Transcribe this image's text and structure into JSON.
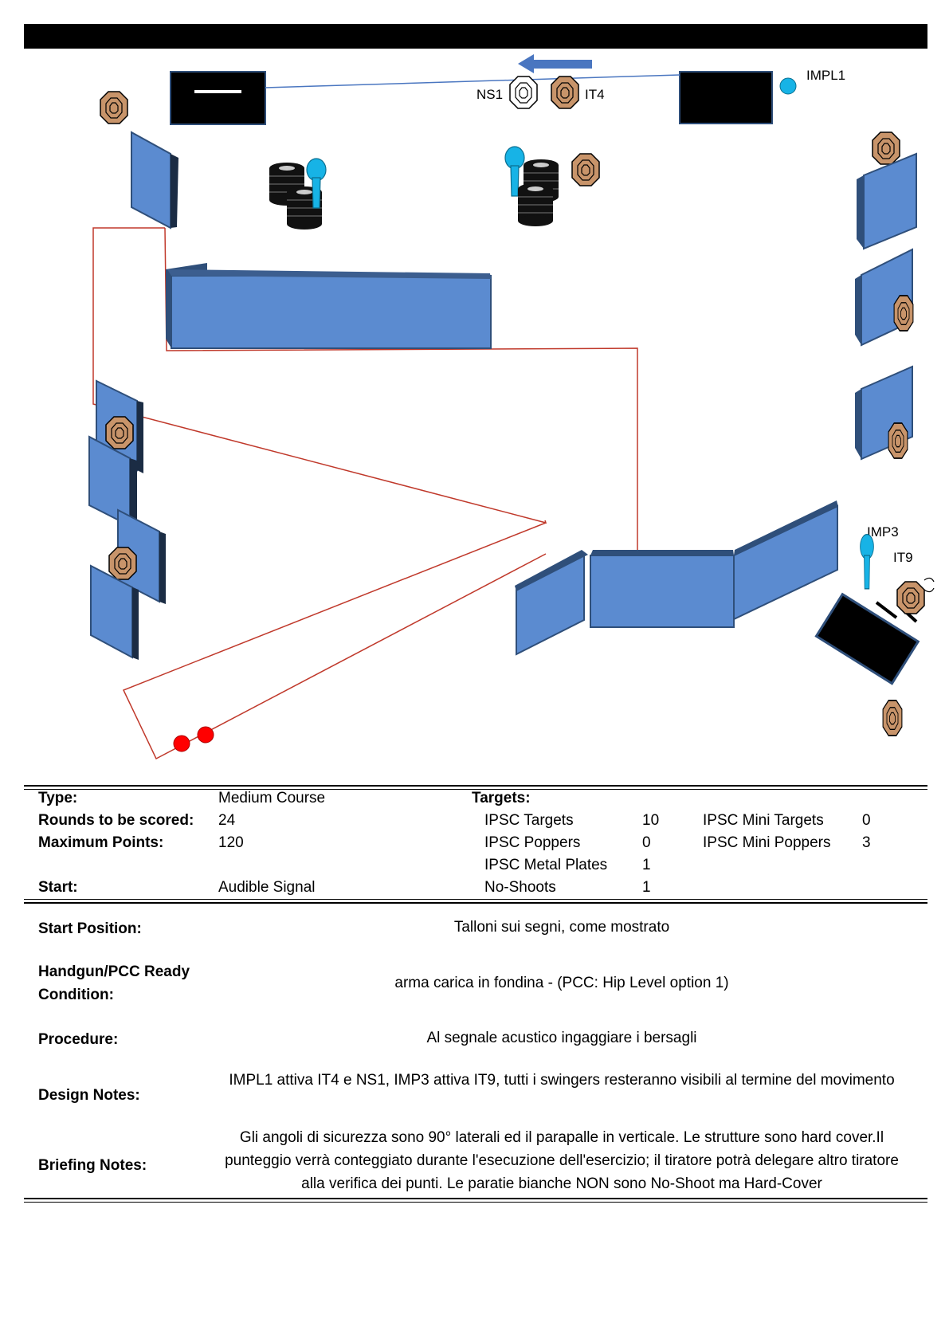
{
  "diagram": {
    "labels": {
      "impl1": "IMPL1",
      "ns1": "NS1",
      "it4": "IT4",
      "imp3": "IMP3",
      "it9": "IT9"
    },
    "colors": {
      "wall": "#5b8bd0",
      "wall_dark": "#2f4f7a",
      "target": "#c8946a",
      "popper": "#17b3e6",
      "fault_line": "#c0392b",
      "start_mark": "#ff0000",
      "arrow": "#4a76c0"
    }
  },
  "stage": {
    "type_label": "Type:",
    "type_value": "Medium Course",
    "rounds_label": "Rounds to be scored:",
    "rounds_value": "24",
    "points_label": "Maximum Points:",
    "points_value": "120",
    "start_label": "Start:",
    "start_value": "Audible Signal",
    "targets_label": "Targets:",
    "targets": [
      {
        "name": "IPSC Targets",
        "count": "10"
      },
      {
        "name": "IPSC Poppers",
        "count": "0"
      },
      {
        "name": "IPSC Metal Plates",
        "count": "1"
      },
      {
        "name": "No-Shoots",
        "count": "1"
      }
    ],
    "mini_targets": [
      {
        "name": "IPSC Mini Targets",
        "count": "0"
      },
      {
        "name": "IPSC Mini Poppers",
        "count": "3"
      }
    ]
  },
  "notes": {
    "start_position_label": "Start Position:",
    "start_position_text": "Talloni sui segni, come mostrato",
    "ready_label_1": "Handgun/PCC Ready",
    "ready_label_2": "Condition:",
    "ready_text": "arma carica in fondina - (PCC: Hip Level option 1)",
    "procedure_label": "Procedure:",
    "procedure_text": "Al segnale acustico ingaggiare i bersagli",
    "design_label": "Design Notes:",
    "design_text": "IMPL1 attiva IT4 e NS1,  IMP3 attiva IT9, tutti i swingers resteranno visibili al termine del movimento",
    "briefing_label": "Briefing Notes:",
    "briefing_text": "Gli angoli di sicurezza sono 90° laterali ed il parapalle in verticale. Le strutture sono hard cover.Il punteggio verrà conteggiato durante l'esecuzione dell'esercizio; il tiratore potrà delegare altro tiratore alla verifica  dei punti. Le paratie bianche NON sono No-Shoot ma Hard-Cover"
  }
}
